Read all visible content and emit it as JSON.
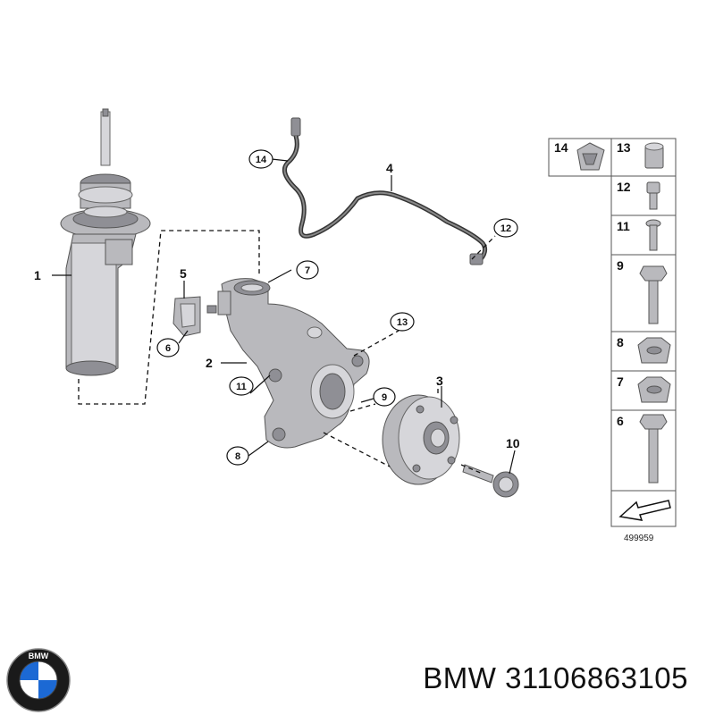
{
  "diagram": {
    "ref_number": "499959",
    "callouts": [
      {
        "id": "1",
        "label": "1"
      },
      {
        "id": "2",
        "label": "2"
      },
      {
        "id": "3",
        "label": "3"
      },
      {
        "id": "4",
        "label": "4"
      },
      {
        "id": "5",
        "label": "5"
      },
      {
        "id": "6",
        "label": "6"
      },
      {
        "id": "7",
        "label": "7"
      },
      {
        "id": "8",
        "label": "8"
      },
      {
        "id": "9",
        "label": "9"
      },
      {
        "id": "10",
        "label": "10"
      },
      {
        "id": "11",
        "label": "11"
      },
      {
        "id": "12",
        "label": "12"
      },
      {
        "id": "13",
        "label": "13"
      },
      {
        "id": "14",
        "label": "14"
      }
    ],
    "catalog": [
      {
        "label": "14"
      },
      {
        "label": "13"
      },
      {
        "label": "12"
      },
      {
        "label": "11"
      },
      {
        "label": "9"
      },
      {
        "label": "8"
      },
      {
        "label": "7"
      },
      {
        "label": "6"
      }
    ]
  },
  "footer": {
    "logo_text": "BMW",
    "title": "BMW 31106863105"
  }
}
